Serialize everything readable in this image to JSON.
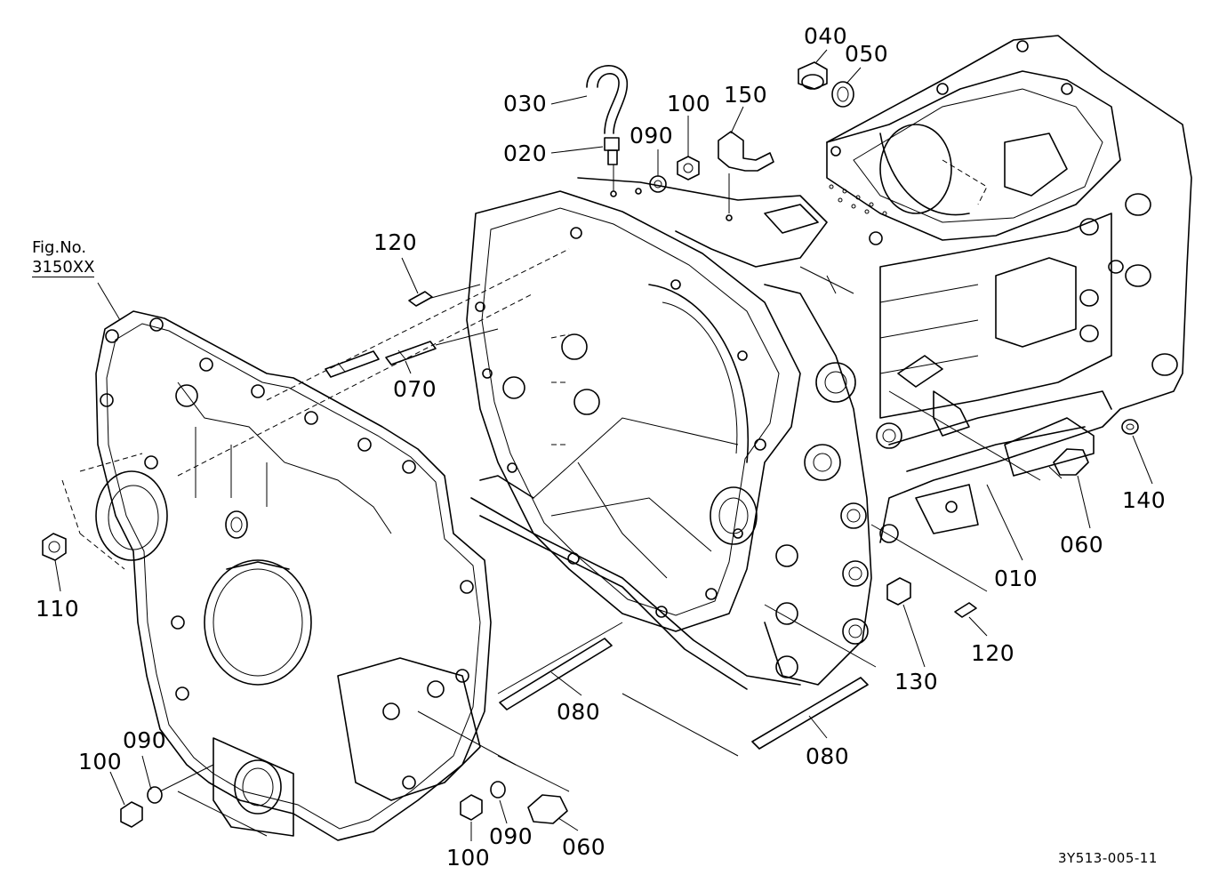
{
  "figure_reference": {
    "label": "Fig.No.",
    "number": "3150XX"
  },
  "drawing_code": "3Y513-005-11",
  "part_callouts": [
    {
      "id": "c-040a",
      "number": "040"
    },
    {
      "id": "c-050",
      "number": "050"
    },
    {
      "id": "c-030",
      "number": "030"
    },
    {
      "id": "c-100a",
      "number": "100"
    },
    {
      "id": "c-150",
      "number": "150"
    },
    {
      "id": "c-090a",
      "number": "090"
    },
    {
      "id": "c-020",
      "number": "020"
    },
    {
      "id": "c-120a",
      "number": "120"
    },
    {
      "id": "c-070",
      "number": "070"
    },
    {
      "id": "c-110",
      "number": "110"
    },
    {
      "id": "c-140",
      "number": "140"
    },
    {
      "id": "c-060a",
      "number": "060"
    },
    {
      "id": "c-010",
      "number": "010"
    },
    {
      "id": "c-120b",
      "number": "120"
    },
    {
      "id": "c-130",
      "number": "130"
    },
    {
      "id": "c-080a",
      "number": "080"
    },
    {
      "id": "c-080b",
      "number": "080"
    },
    {
      "id": "c-100b",
      "number": "100"
    },
    {
      "id": "c-090b",
      "number": "090"
    },
    {
      "id": "c-100c",
      "number": "100"
    },
    {
      "id": "c-090c",
      "number": "090"
    },
    {
      "id": "c-060b",
      "number": "060"
    }
  ]
}
